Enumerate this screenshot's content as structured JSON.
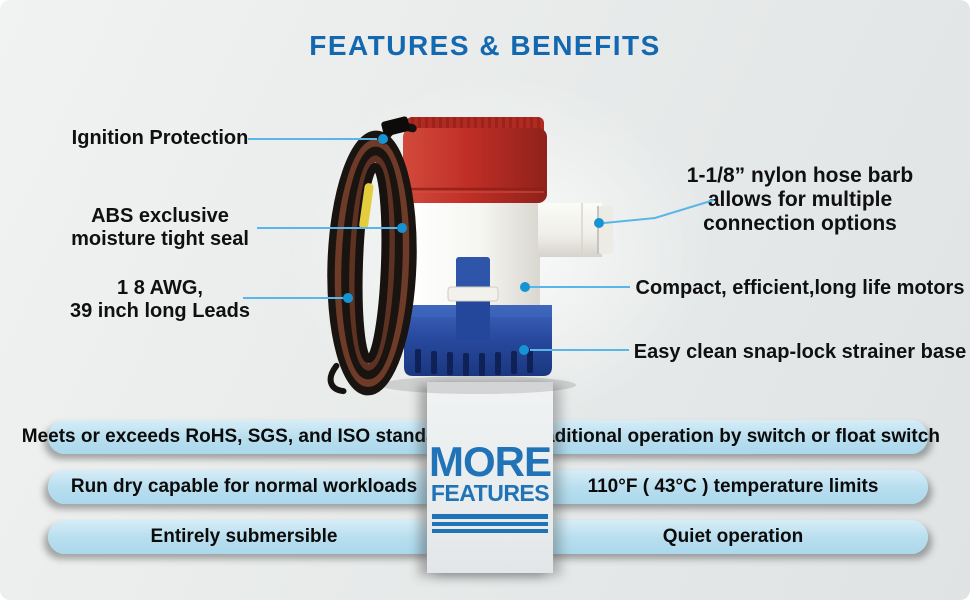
{
  "title": "FEATURES & BENEFITS",
  "colors": {
    "title_blue": "#1368b0",
    "more_features_blue": "#2173b8",
    "leader_line": "#58b6e9",
    "leader_dot": "#1693d3",
    "pill_background": "#b7deee",
    "pump_red": "#c13128",
    "pump_blue": "#27489c",
    "background_gray": "#e7eaea"
  },
  "callouts": {
    "left": [
      {
        "id": "ignition-protection",
        "lines": [
          "Ignition Protection"
        ]
      },
      {
        "id": "abs-seal",
        "lines": [
          "ABS exclusive",
          "moisture tight seal"
        ]
      },
      {
        "id": "leads",
        "lines": [
          "1 8 AWG,",
          "39 inch long Leads"
        ]
      }
    ],
    "right": [
      {
        "id": "hose-barb",
        "lines": [
          "1-1/8” nylon hose barb",
          "allows for multiple",
          "connection options"
        ]
      },
      {
        "id": "motors",
        "lines": [
          "Compact, efficient,long life motors"
        ]
      },
      {
        "id": "strainer-base",
        "lines": [
          "Easy clean snap-lock strainer base"
        ]
      }
    ]
  },
  "more_features": {
    "line1": "MORE",
    "line2": "FEATURES"
  },
  "feature_pills": {
    "left": [
      "Meets or exceeds RoHS, SGS, and ISO standards",
      "Run dry capable for normal workloads",
      "Entirely submersible"
    ],
    "right": [
      "Traditional operation by switch or float switch",
      "110°F ( 43°C ) temperature limits",
      "Quiet operation"
    ]
  }
}
